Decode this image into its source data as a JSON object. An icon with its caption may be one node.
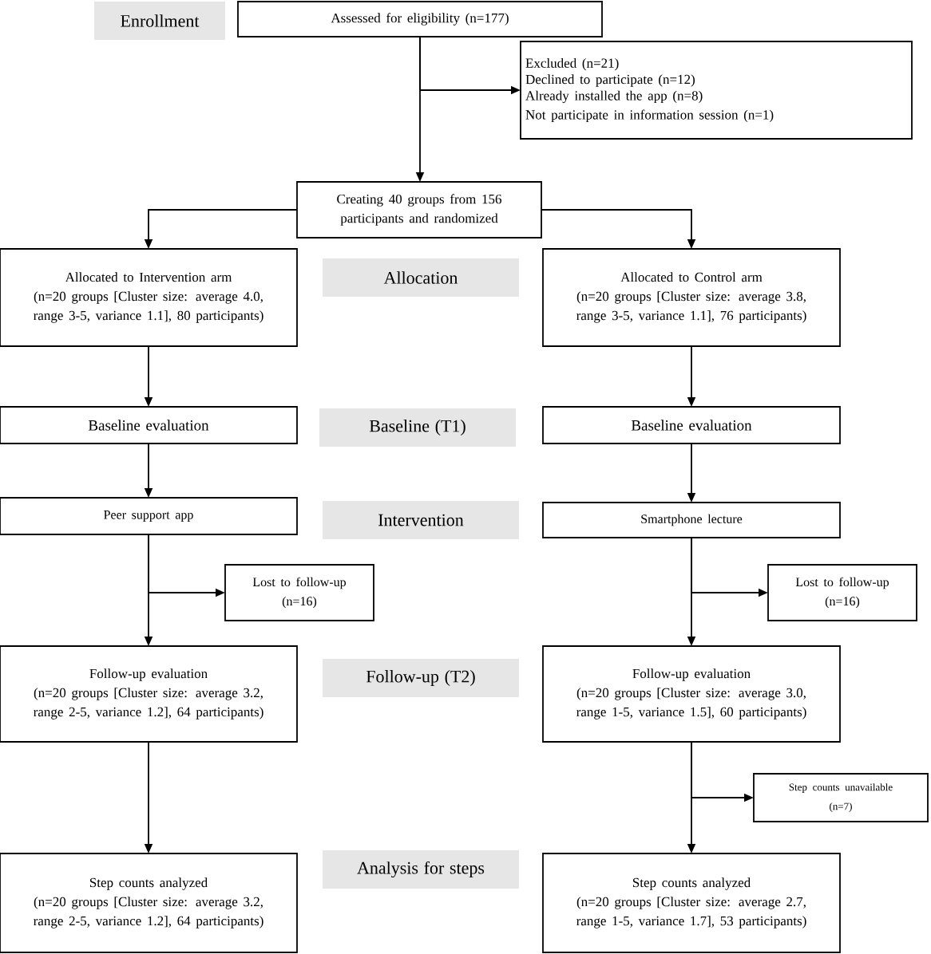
{
  "diagram": {
    "nodes": [
      {
        "text": [
          "Enrollment"
        ]
      },
      {
        "text": [
          "Assessed for eligibility (n=177)"
        ]
      },
      {
        "text": [
          "Excluded (n=21)",
          "Declined to participate (n=12)",
          "Already installed the app (n=8)",
          "Not participate in information session (n=1)"
        ]
      },
      {
        "text": [
          "Creating 40 groups from 156 participants and randomized"
        ]
      },
      {
        "text": [
          "Allocated to Intervention arm",
          "(n=20 groups [Cluster size: average 4.0, range 3-5, variance 1.1], 80 participants)"
        ]
      },
      {
        "text": [
          "Allocation"
        ]
      },
      {
        "text": [
          "Allocated to Control arm",
          "(n=20 groups [Cluster size: average 3.8, range 3-5, variance 1.1], 76 participants)"
        ]
      },
      {
        "text": [
          "Baseline evaluation"
        ]
      },
      {
        "text": [
          "Baseline (T1)"
        ]
      },
      {
        "text": [
          "Baseline evaluation"
        ]
      },
      {
        "text": [
          "Peer support app"
        ]
      },
      {
        "text": [
          "Intervention"
        ]
      },
      {
        "text": [
          "Smartphone lecture"
        ]
      },
      {
        "text": [
          "Lost to follow-up",
          "(n=16)"
        ]
      },
      {
        "text": [
          "Lost to follow-up",
          "(n=16)"
        ]
      },
      {
        "text": [
          "Follow-up evaluation",
          "(n=20 groups [Cluster size: average 3.2, range 2-5, variance 1.2], 64 participants)"
        ]
      },
      {
        "text": [
          "Follow-up (T2)"
        ]
      },
      {
        "text": [
          "Follow-up evaluation",
          "(n=20 groups [Cluster size: average 3.0, range 1-5, variance 1.5], 60 participants)"
        ]
      },
      {
        "text": [
          "Step counts unavailable",
          "(n=7)"
        ]
      },
      {
        "text": [
          "Step counts analyzed",
          "(n=20 groups [Cluster size: average 3.2, range 2-5, variance 1.2], 64 participants)"
        ]
      },
      {
        "text": [
          "Analysis for steps"
        ]
      },
      {
        "text": [
          "Step counts  analyzed",
          "(n=20 groups [Cluster size: average 2.7, range 1-5, variance 1.7], 53 participants)"
        ]
      }
    ],
    "edges": [
      {
        "from": 1,
        "to": 3,
        "arrow": "to"
      },
      {
        "from": 1,
        "to": 2,
        "arrow": "to"
      },
      {
        "from": 3,
        "to": 4,
        "arrow": "to"
      },
      {
        "from": 3,
        "to": 6,
        "arrow": "to"
      },
      {
        "from": 4,
        "to": 7,
        "arrow": "to"
      },
      {
        "from": 6,
        "to": 9,
        "arrow": "to"
      },
      {
        "from": 7,
        "to": 10,
        "arrow": "to"
      },
      {
        "from": 9,
        "to": 12,
        "arrow": "to"
      },
      {
        "from": 10,
        "to": 15,
        "arrow": "to"
      },
      {
        "from": 10,
        "to": 13,
        "arrow": "to"
      },
      {
        "from": 12,
        "to": 17,
        "arrow": "to"
      },
      {
        "from": 12,
        "to": 14,
        "arrow": "to"
      },
      {
        "from": 15,
        "to": 19,
        "arrow": "to"
      },
      {
        "from": 17,
        "to": 21,
        "arrow": "to"
      },
      {
        "from": 17,
        "to": 18,
        "arrow": "to"
      }
    ]
  }
}
